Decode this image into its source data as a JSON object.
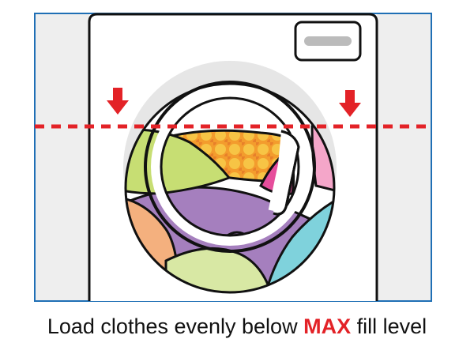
{
  "caption": {
    "before": "Load clothes evenly below",
    "highlight": "MAX",
    "after": "fill level"
  },
  "colors": {
    "frame_border": "#1f6fb5",
    "side_panel": "#eeeeee",
    "machine_body": "#ffffff",
    "outline": "#111111",
    "fill_line": "#e32227",
    "arrow": "#e32227",
    "highlight_text": "#e32227",
    "door_ring": "#e6e6e6",
    "control_button": "#bbbbbb",
    "clothes": {
      "yellow_green": "#c7de73",
      "orange_pattern": "#f39c2d",
      "pink": "#f4a6c9",
      "magenta": "#e64e9c",
      "purple": "#a57fbe",
      "peach": "#f4b07e",
      "light_green": "#d8e8a4",
      "cyan": "#7fd2dc"
    }
  },
  "icons": {
    "left_arrow": "down-arrow-icon",
    "right_arrow": "down-arrow-icon"
  }
}
